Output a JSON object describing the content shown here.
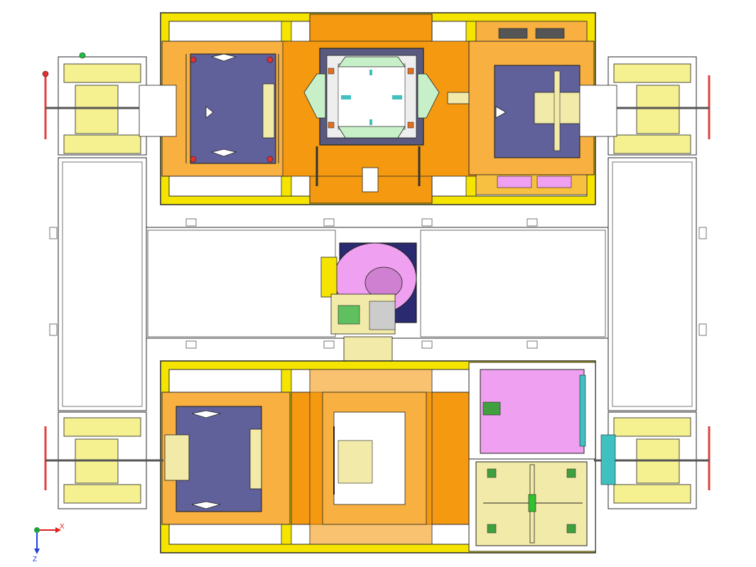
{
  "viewport": {
    "background": "#ffffff"
  },
  "triad": {
    "x_label": "X",
    "z_label": "Z",
    "x_color": "#e02020",
    "z_color": "#2040e0",
    "origin_color": "#20a040"
  },
  "palette": {
    "frame_yellow": "#f5e400",
    "frame_outline": "#2a2a2a",
    "plate_orange": "#f8b040",
    "plate_dark_orange": "#f59a10",
    "pallet_blue": "#60609a",
    "pallet_magenta": "#f0a0f0",
    "pallet_cream": "#f2eaa8",
    "panel_white": "#ffffff",
    "clamp_yellow": "#f5f090",
    "robot_pink": "#e890c8",
    "robot_red": "#e06080",
    "jig_green": "#c8f0c8",
    "jig_cyan": "#40c0c0",
    "bolt_grey": "#707070"
  },
  "stations": [
    {
      "id": "top-left-pallet",
      "color": "pallet_blue"
    },
    {
      "id": "top-center-fixture",
      "color": "jig_green"
    },
    {
      "id": "top-right-pallet",
      "color": "pallet_blue"
    },
    {
      "id": "bottom-left-pallet",
      "color": "pallet_blue"
    },
    {
      "id": "bottom-center-fixture",
      "color": "robot_red"
    },
    {
      "id": "bottom-right-pallet",
      "color": "pallet_magenta"
    },
    {
      "id": "bottom-right-lower-pallet",
      "color": "pallet_cream"
    }
  ]
}
